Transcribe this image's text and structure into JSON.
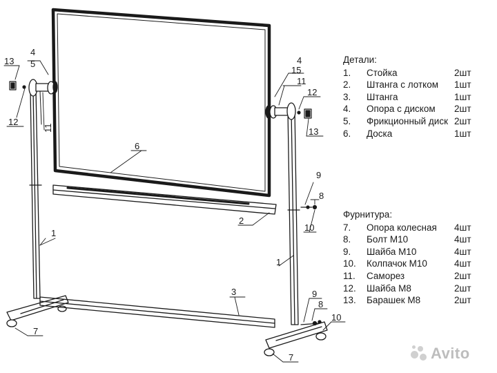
{
  "callouts": [
    {
      "id": "c13l",
      "text": "13"
    },
    {
      "id": "c4l",
      "text": "4"
    },
    {
      "id": "c5l",
      "text": "5"
    },
    {
      "id": "c12l",
      "text": "12"
    },
    {
      "id": "c11l",
      "text": "11"
    },
    {
      "id": "c6",
      "text": "6"
    },
    {
      "id": "c4r",
      "text": "4"
    },
    {
      "id": "c15r",
      "text": "15"
    },
    {
      "id": "c11r",
      "text": "11"
    },
    {
      "id": "c12r",
      "text": "12"
    },
    {
      "id": "c13r",
      "text": "13"
    },
    {
      "id": "c9u",
      "text": "9"
    },
    {
      "id": "c8u",
      "text": "8"
    },
    {
      "id": "c10u",
      "text": "10"
    },
    {
      "id": "c2",
      "text": "2"
    },
    {
      "id": "c1l",
      "text": "1"
    },
    {
      "id": "c1r",
      "text": "1"
    },
    {
      "id": "c3",
      "text": "3"
    },
    {
      "id": "c9d",
      "text": "9"
    },
    {
      "id": "c8d",
      "text": "8"
    },
    {
      "id": "c10d",
      "text": "10"
    },
    {
      "id": "c7l",
      "text": "7"
    },
    {
      "id": "c7r",
      "text": "7"
    }
  ],
  "details": {
    "title": "Детали:",
    "items": [
      {
        "num": "1.",
        "name": "Стойка",
        "qty": "2шт"
      },
      {
        "num": "2.",
        "name": "Штанга с лотком",
        "qty": "1шт"
      },
      {
        "num": "3.",
        "name": "Штанга",
        "qty": "1шт"
      },
      {
        "num": "4.",
        "name": "Опора с диском",
        "qty": "2шт"
      },
      {
        "num": "5.",
        "name": "Фрикционный диск",
        "qty": "2шт"
      },
      {
        "num": "6.",
        "name": "Доска",
        "qty": "1шт"
      }
    ]
  },
  "hardware": {
    "title": "Фурнитура:",
    "items": [
      {
        "num": "7.",
        "name": "Опора колесная",
        "qty": "4шт"
      },
      {
        "num": "8.",
        "name": "Болт М10",
        "qty": "4шт"
      },
      {
        "num": "9.",
        "name": "Шайба М10",
        "qty": "4шт"
      },
      {
        "num": "10.",
        "name": "Колпачок М10",
        "qty": "4шт"
      },
      {
        "num": "11.",
        "name": "Саморез",
        "qty": "2шт"
      },
      {
        "num": "12.",
        "name": "Шайба М8",
        "qty": "2шт"
      },
      {
        "num": "13.",
        "name": "Барашек М8",
        "qty": "2шт"
      }
    ]
  },
  "watermark": {
    "text": "Avito",
    "icon": "avito-logo-icon"
  }
}
